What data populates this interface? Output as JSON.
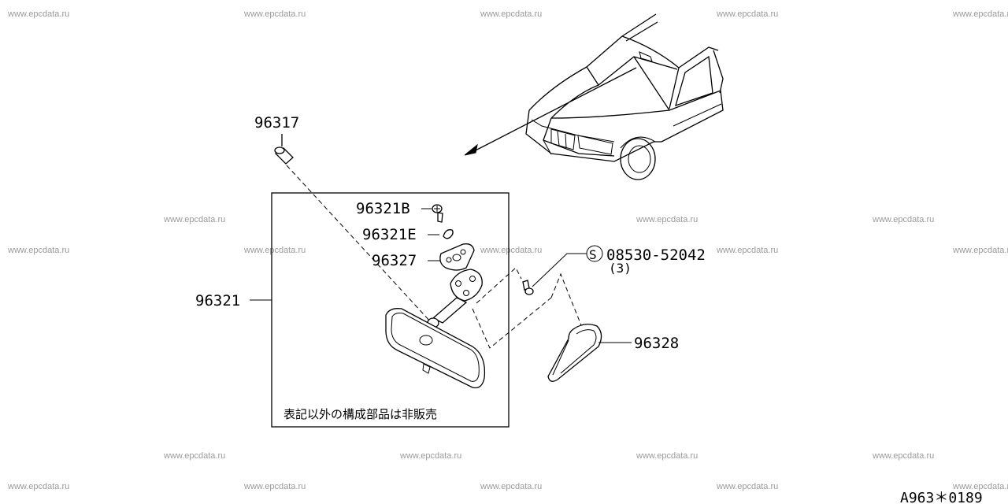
{
  "watermark": "www.epcdata.ru",
  "labels": {
    "p96317": "96317",
    "p96321B": "96321B",
    "p96321E": "96321E",
    "p96327": "96327",
    "p96321": "96321",
    "p96328": "96328",
    "bolt_code": "08530-52042",
    "bolt_qty": "(3)",
    "bolt_symbol": "S"
  },
  "note": "表記以外の構成部品は非販売",
  "diagram_code": "A963＊0189"
}
